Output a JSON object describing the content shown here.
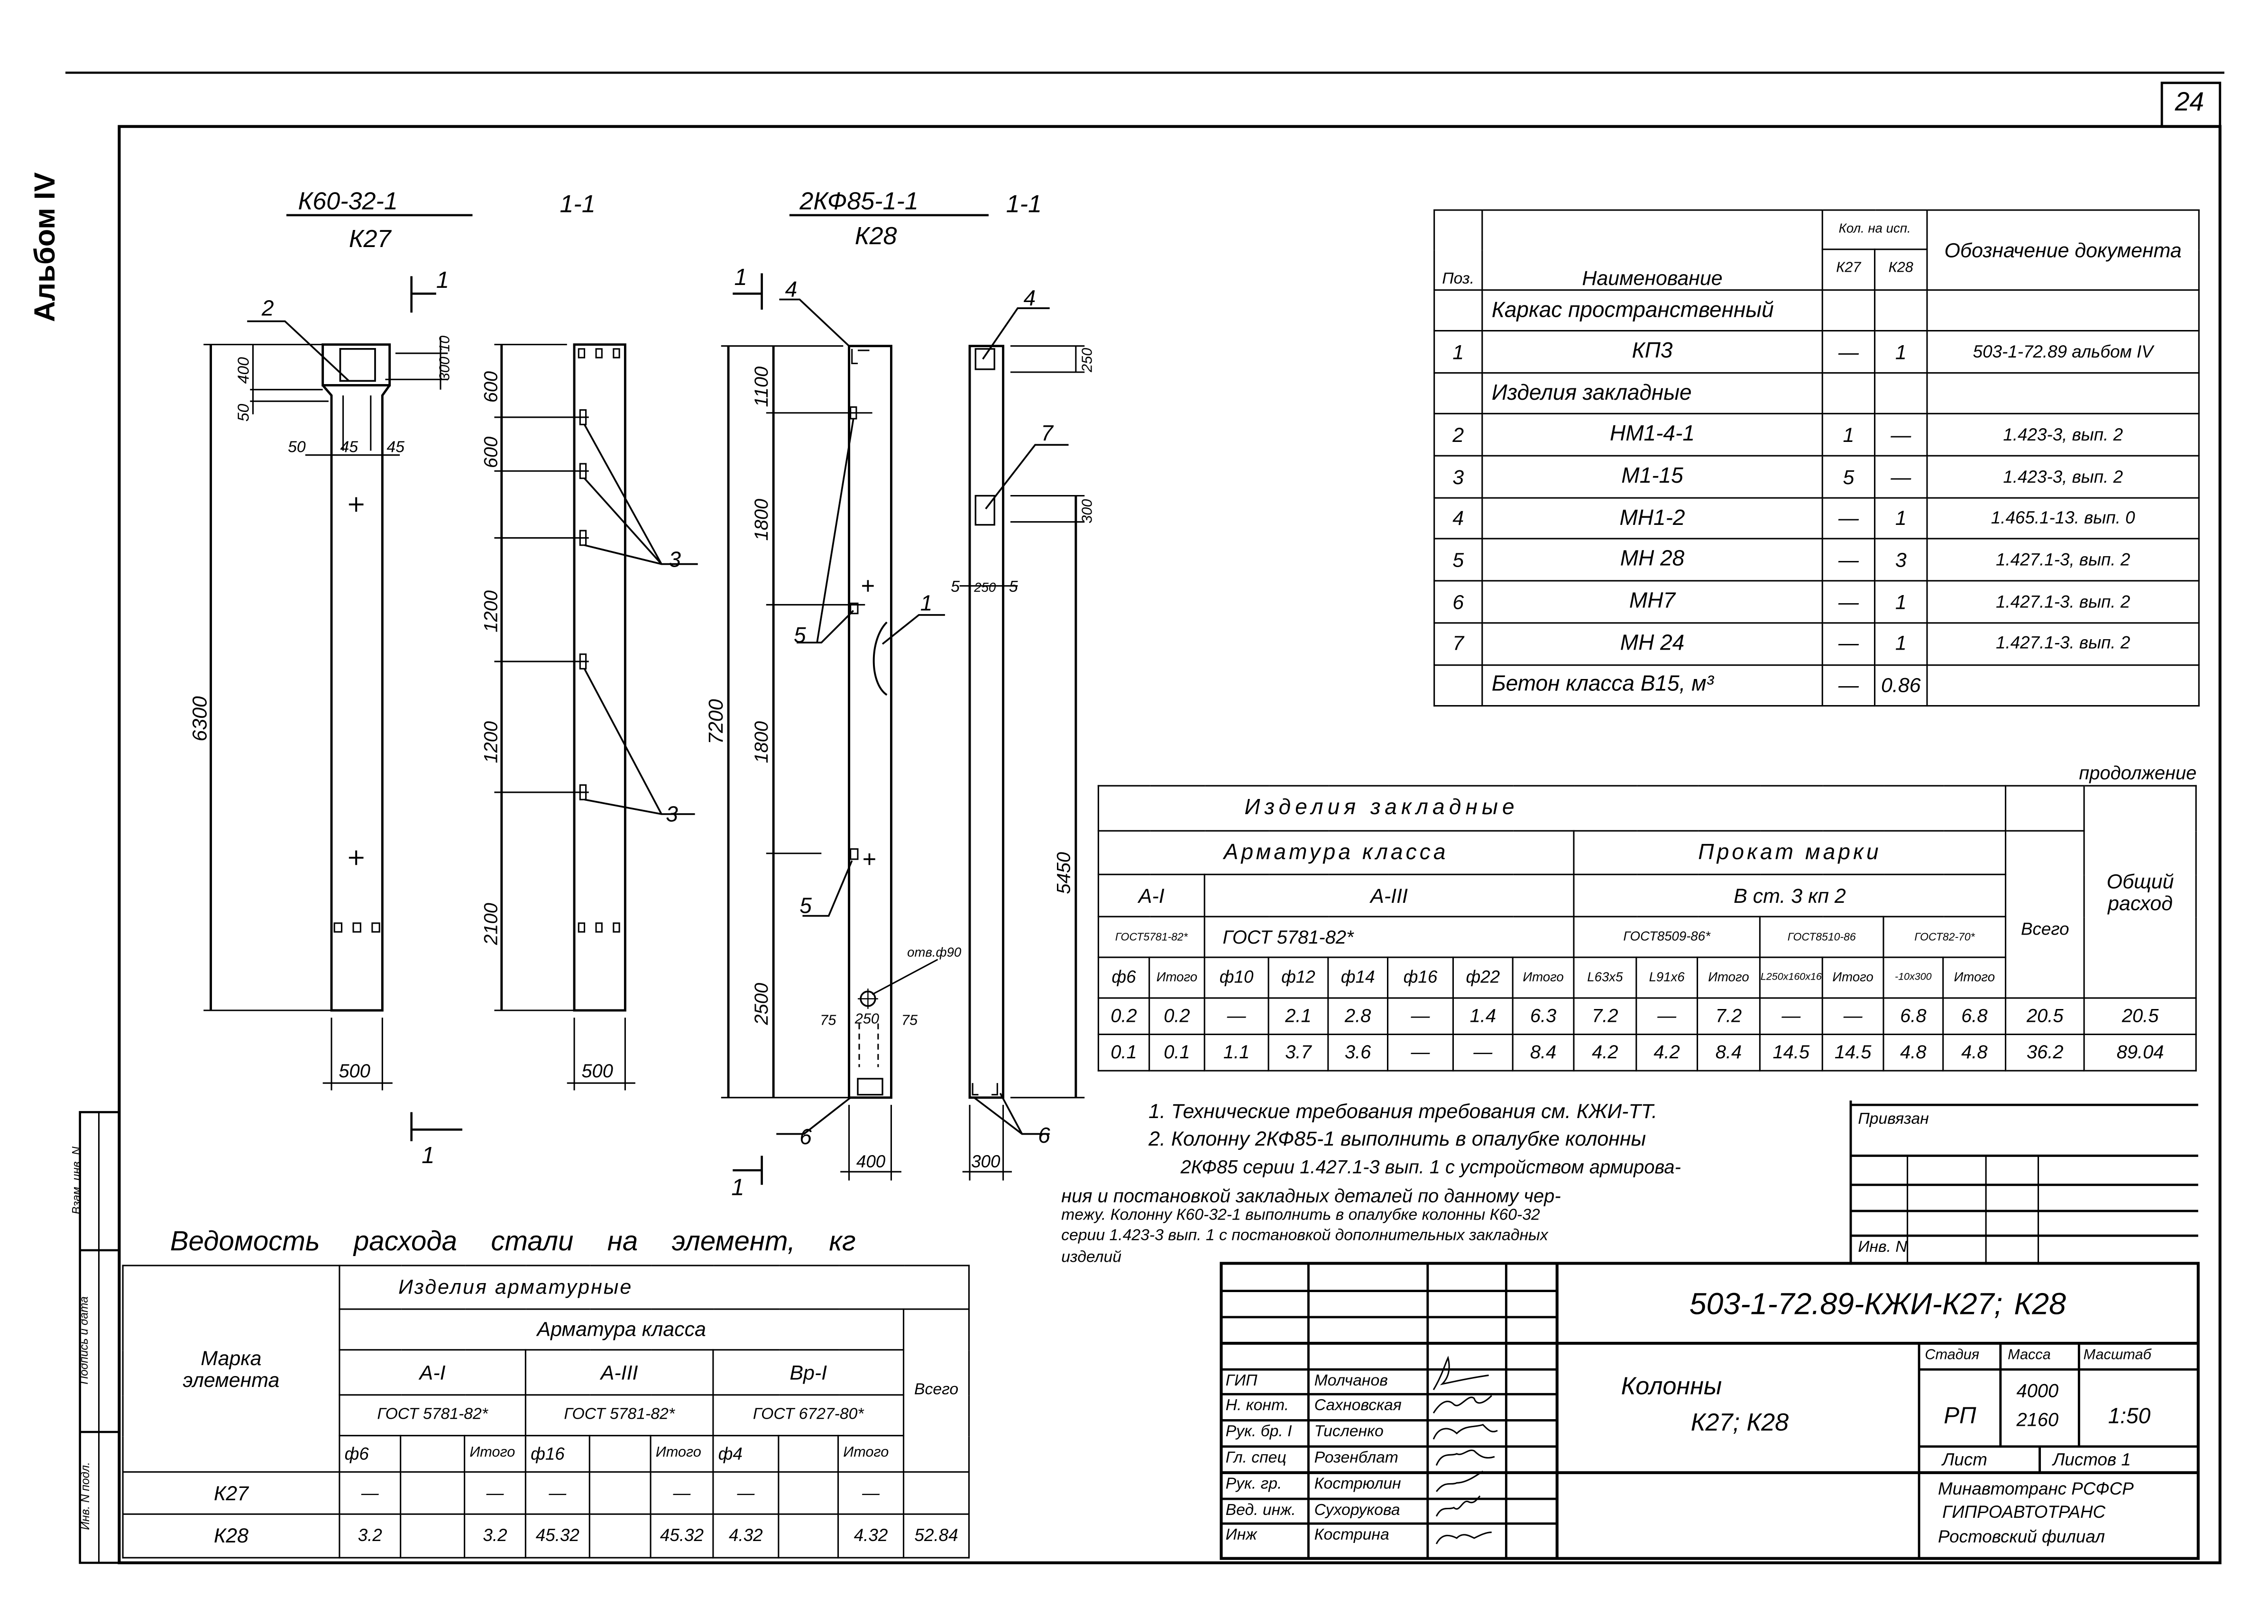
{
  "album_label": "Альбом IV",
  "page_number": "24",
  "stamps": [
    "Взам. инв. N",
    "Подпись и дата",
    "Инв. N подл."
  ],
  "drawings": {
    "k27": {
      "mark": "К60-32-1",
      "name": "К27",
      "section": "1-1",
      "section_mark": "1",
      "dims": {
        "total": "6300",
        "d400": "400",
        "d50a": "50",
        "d50b": "50",
        "d45a": "45",
        "d45b": "45",
        "d10": "10",
        "d300": "300",
        "width1": "500",
        "width2": "500"
      },
      "side_dims": [
        "600",
        "600",
        "1200",
        "1200",
        "2100"
      ],
      "callouts": {
        "item2": "2",
        "item3a": "3",
        "item3b": "3"
      }
    },
    "k28": {
      "mark": "2КФ85-1-1",
      "name": "К28",
      "section": "1-1",
      "section_mark": "1",
      "dims": {
        "total": "7200",
        "d1100": "1100",
        "d1800a": "1800",
        "d1800b": "1800",
        "d2500": "2500",
        "d75a": "75",
        "d250": "250",
        "d75b": "75",
        "hole": "отв.ф90",
        "width": "400"
      },
      "side_dims": {
        "d250": "250",
        "d300": "300",
        "d5a": "5",
        "d250b": "250",
        "d5b": "5",
        "d5450": "5450",
        "width": "300"
      },
      "callouts": {
        "item4a": "4",
        "item5a": "5",
        "item5b": "5",
        "item1": "1",
        "item6a": "6",
        "item4b": "4",
        "item7": "7",
        "item6b": "6"
      }
    }
  },
  "spec_table": {
    "headers": {
      "pos": "Поз.",
      "name": "Наименование",
      "qty": "Кол. на исп.",
      "k27": "К27",
      "k28": "К28",
      "doc": "Обозначение документа"
    },
    "rows": [
      {
        "pos": "",
        "name": "Каркас пространственный",
        "k27": "",
        "k28": "",
        "doc": "",
        "section": true
      },
      {
        "pos": "1",
        "name": "КП3",
        "k27": "—",
        "k28": "1",
        "doc": "503-1-72.89 альбом IV"
      },
      {
        "pos": "",
        "name": "Изделия закладные",
        "k27": "",
        "k28": "",
        "doc": "",
        "section": true
      },
      {
        "pos": "2",
        "name": "НМ1-4-1",
        "k27": "1",
        "k28": "—",
        "doc": "1.423-3, вып. 2"
      },
      {
        "pos": "3",
        "name": "М1-15",
        "k27": "5",
        "k28": "—",
        "doc": "1.423-3, вып. 2"
      },
      {
        "pos": "4",
        "name": "МН1-2",
        "k27": "—",
        "k28": "1",
        "doc": "1.465.1-13. вып. 0"
      },
      {
        "pos": "5",
        "name": "МН 28",
        "k27": "—",
        "k28": "3",
        "doc": "1.427.1-3, вып. 2"
      },
      {
        "pos": "6",
        "name": "МН7",
        "k27": "—",
        "k28": "1",
        "doc": "1.427.1-3. вып. 2"
      },
      {
        "pos": "7",
        "name": "МН 24",
        "k27": "—",
        "k28": "1",
        "doc": "1.427.1-3. вып. 2"
      },
      {
        "pos": "",
        "name": "Бетон класса В15, м³",
        "k27": "—",
        "k28": "0.86",
        "doc": ""
      }
    ]
  },
  "embedded_table": {
    "continuation": "продолжение",
    "title": "Изделия закладные",
    "rebar_group": "Арматура класса",
    "rolled_group": "Прокат марки",
    "class_a1": "А-I",
    "class_a3": "А-III",
    "steel_grade": "В ст. 3 кп 2",
    "total": "Всего",
    "overall": "Общий расход",
    "gosts": [
      "ГОСТ5781-82*",
      "ГОСТ 5781-82*",
      "ГОСТ8509-86*",
      "ГОСТ8510-86",
      "ГОСТ82-70*"
    ],
    "columns": [
      "ф6",
      "Итого",
      "ф10",
      "ф12",
      "ф14",
      "ф16",
      "ф22",
      "Итого",
      "L63x5",
      "L91x6",
      "Итого",
      "L250x160x16",
      "Итого",
      "-10x300",
      "Итого"
    ],
    "rows": [
      [
        "0.2",
        "0.2",
        "—",
        "2.1",
        "2.8",
        "—",
        "1.4",
        "6.3",
        "7.2",
        "—",
        "7.2",
        "—",
        "—",
        "6.8",
        "6.8",
        "20.5",
        "20.5"
      ],
      [
        "0.1",
        "0.1",
        "1.1",
        "3.7",
        "3.6",
        "—",
        "—",
        "8.4",
        "4.2",
        "4.2",
        "8.4",
        "14.5",
        "14.5",
        "4.8",
        "4.8",
        "36.2",
        "89.04"
      ]
    ]
  },
  "notes": [
    "1. Технические требования требования см. КЖИ-ТТ.",
    "2. Колонну 2КФ85-1 выполнить в опалубке колонны",
    "2КФ85 серии 1.427.1-3 вып. 1 с устройством армирова-",
    "ния и постановкой закладных деталей по данному чер-",
    "тежу. Колонну К60-32-1 выполнить в опалубке колонны К60-32",
    "серии 1.423-3 вып. 1 с постановкой дополнительных закладных",
    "изделий"
  ],
  "binding_box": {
    "attached": "Привязан",
    "inv": "Инв. N"
  },
  "steel_table": {
    "title": "Ведомость расхода стали на элемент, кг",
    "mark_header": "Марка элемента",
    "group": "Изделия арматурные",
    "subgroup": "Арматура класса",
    "classes": [
      "А-I",
      "А-III",
      "Вр-I"
    ],
    "gosts": [
      "ГОСТ 5781-82*",
      "ГОСТ 5781-82*",
      "ГОСТ 6727-80*"
    ],
    "columns": [
      "ф6",
      "",
      "Итого",
      "ф16",
      "",
      "Итого",
      "ф4",
      "",
      "Итого"
    ],
    "total": "Всего",
    "rows": [
      {
        "mark": "К27",
        "values": [
          "—",
          "",
          "—",
          "—",
          "",
          "—",
          "—",
          "",
          "—",
          ""
        ]
      },
      {
        "mark": "К28",
        "values": [
          "3.2",
          "",
          "3.2",
          "45.32",
          "",
          "45.32",
          "4.32",
          "",
          "4.32",
          "52.84"
        ]
      }
    ]
  },
  "title_block": {
    "designation": "503-1-72.89-КЖИ-К27; К28",
    "object_title": "Колонны",
    "object_marks": "К27; К28",
    "stage_label": "Стадия",
    "mass_label": "Масса",
    "scale_label": "Масштаб",
    "stage": "РП",
    "mass_1": "4000",
    "mass_2": "2160",
    "scale": "1:50",
    "sheet_label": "Лист",
    "sheets_label": "Листов 1",
    "org": [
      "Минавтотранс РСФСР",
      "ГИПРОАВТОТРАНС",
      "Ростовский филиал"
    ],
    "signatures": [
      {
        "role": "ГИП",
        "name": "Молчанов"
      },
      {
        "role": "Н. конт.",
        "name": "Сахновская"
      },
      {
        "role": "Рук. бр. I",
        "name": "Тисленко"
      },
      {
        "role": "Гл. спец",
        "name": "Розенблат"
      },
      {
        "role": "Рук. гр.",
        "name": "Кострюлин"
      },
      {
        "role": "Вед. инж.",
        "name": "Сухорукова"
      },
      {
        "role": "Инж",
        "name": "Кострина"
      }
    ]
  }
}
